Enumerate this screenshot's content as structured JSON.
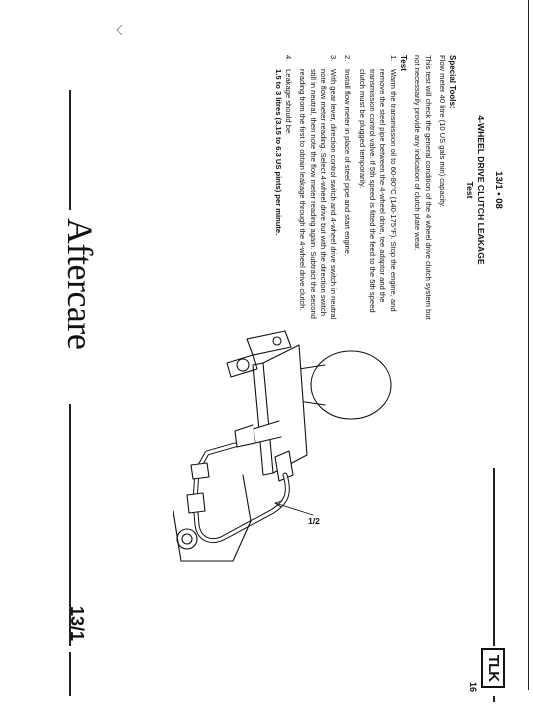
{
  "header": {
    "section_number": "13/1 • 08",
    "title": "4-WHEEL DRIVE CLUTCH LEAKAGE",
    "subtitle": "Test"
  },
  "special_tools": {
    "heading": "Special Tools:",
    "text": "Flow meter 40 litre (10 US gals min) capacity."
  },
  "intro": "This test will check the general condition of the 4 wheel drive clutch system but not necessarily provide any indication of clutch plate wear.",
  "test": {
    "heading": "Test",
    "steps": [
      {
        "num": "1.",
        "text": "Warm the transmission oil to 60-80°C (140-175°F). Stop the engine, and remove the steel pipe between the 4-wheel drive, tee adaptor and the transmission control valve.  If 5th speed is fitted the feed to the 5th speed clutch must be plugged temporarily."
      },
      {
        "num": "2.",
        "text": "Install flow meter in place of steel pipe and start engine."
      },
      {
        "num": "3.",
        "text": "With gear lever, direction control switch and 4-wheel drive switch in neutral note flow meter reading. Select 4-wheel drive but with the direction switch still in neutral, then note the flow meter reading again. Subtract the second reading from the first to obtain leakage through the 4-wheel drive clutch."
      },
      {
        "num": "4.",
        "text": "Leakage should be:",
        "bold": "1.5 to 3 litres (3.15 to 6.3 US pints) per minute."
      }
    ]
  },
  "diagram": {
    "label": "1/2"
  },
  "footer": {
    "brand": "Aftercare",
    "section": "13/1",
    "page": "16",
    "logo": "TLK"
  }
}
